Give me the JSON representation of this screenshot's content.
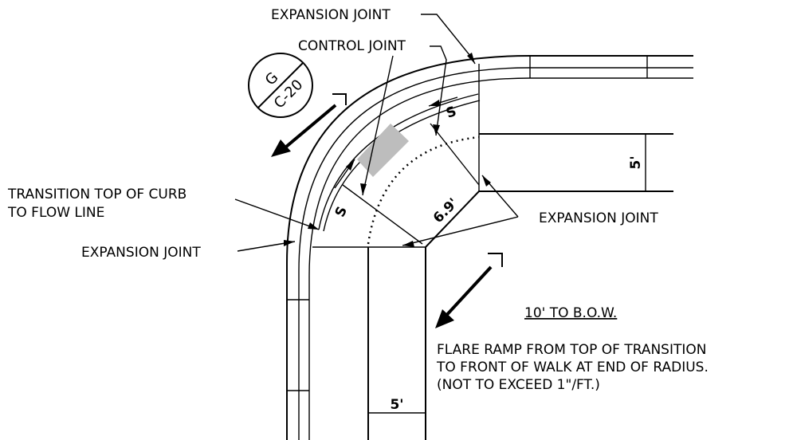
{
  "labels": {
    "expansion_joint_top": "EXPANSION JOINT",
    "control_joint": "CONTROL JOINT",
    "transition_line1": "TRANSITION TOP OF CURB",
    "transition_line2": "TO FLOW LINE",
    "expansion_joint_left": "EXPANSION JOINT",
    "expansion_joint_right": "EXPANSION JOINT",
    "bow_distance": "10' TO B.O.W.",
    "flare_note_line1": "FLARE RAMP FROM TOP OF TRANSITION",
    "flare_note_line2": "TO FRONT OF WALK AT END OF RADIUS.",
    "flare_note_line3": "(NOT TO EXCEED 1\"/FT.)"
  },
  "dimensions": {
    "walk_width_right": "5'",
    "walk_width_bottom": "5'",
    "ramp_depth": "6.9'",
    "slope_mark_top": "S",
    "slope_mark_left": "S"
  },
  "section_callout": {
    "detail": "G",
    "sheet": "C-20"
  }
}
